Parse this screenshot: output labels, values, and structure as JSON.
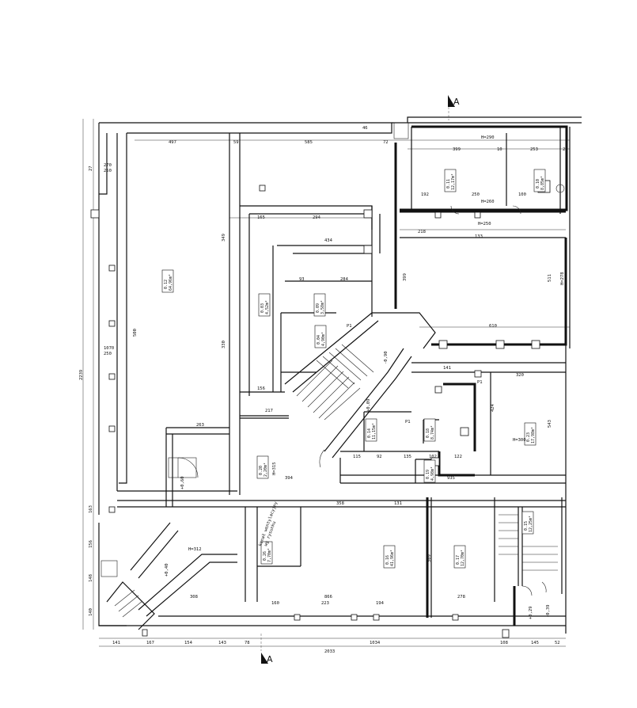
{
  "section_marks": [
    "A",
    "A"
  ],
  "dimensions_top": [
    "497",
    "59",
    "585",
    "46",
    "72",
    "399",
    "10",
    "253",
    "27"
  ],
  "dimensions_bottom": [
    "141",
    "167",
    "154",
    "143",
    "78",
    "1034",
    "108",
    "145",
    "52"
  ],
  "dimension_total_bottom": "2033",
  "dimension_total_left": "2239",
  "dimensions_left": [
    "27",
    "270",
    "250",
    "1070",
    "250",
    "163",
    "156",
    "148",
    "140"
  ],
  "dimensions_interior": [
    "165",
    "294",
    "434",
    "93",
    "284",
    "156",
    "217",
    "263",
    "394",
    "358",
    "131",
    "308",
    "866",
    "278",
    "160",
    "223",
    "194",
    "610",
    "141",
    "320",
    "115",
    "92",
    "135",
    "102",
    "122",
    "935",
    "218",
    "133",
    "192",
    "250",
    "100",
    "511",
    "543",
    "424",
    "399",
    "330",
    "349",
    "500",
    "309"
  ],
  "room_tags": [
    {
      "label": "0.12",
      "sub": "64,96m²"
    },
    {
      "label": "0.11",
      "sub": "12,17m²"
    },
    {
      "label": "0.10",
      "sub": "8,85m²"
    },
    {
      "label": "0.09",
      "sub": "3,58m²"
    },
    {
      "label": "0.03",
      "sub": "4,52m²"
    },
    {
      "label": "0.04",
      "sub": "4,90m²"
    },
    {
      "label": "0.20",
      "sub": "2,20m²"
    },
    {
      "label": "0.23",
      "sub": "17,98m²"
    },
    {
      "label": "0.17",
      "sub": "12,70m²"
    },
    {
      "label": "0.16",
      "sub": "41,96m²"
    },
    {
      "label": "0.18",
      "sub": "8,74m²"
    },
    {
      "label": "0.19",
      "sub": "4,98m²"
    },
    {
      "label": "0.14",
      "sub": "11,15m²"
    },
    {
      "label": "0.15",
      "sub": "12,25m²"
    },
    {
      "label": "0.26",
      "sub": "7,70m²"
    }
  ],
  "level_marks": [
    "+0,60",
    "+0,40",
    "+0,09",
    "-0,90",
    "-0,39",
    "+0,29"
  ],
  "heights": [
    "H=290",
    "H=260",
    "H=250",
    "H=312",
    "H=278",
    "H=315",
    "H=300"
  ],
  "notes": [
    "kanał wentylacyjny",
    "wg rysunku"
  ],
  "markers": [
    "P1",
    "P1",
    "P1"
  ]
}
